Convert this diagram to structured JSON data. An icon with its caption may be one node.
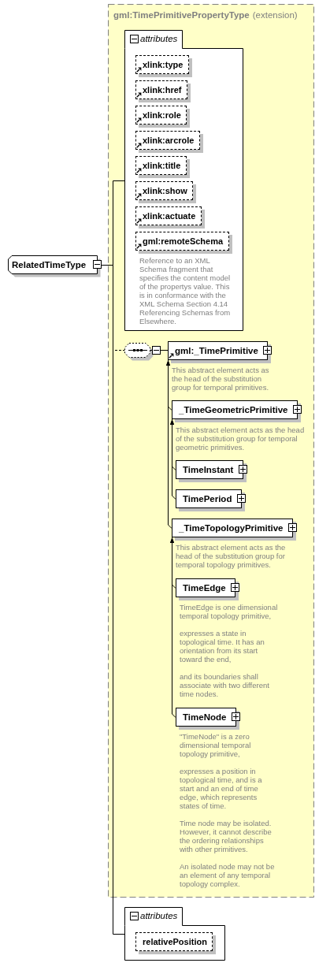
{
  "diagram": {
    "nodes": [
      {
        "text": [
          "RelatedTimeType"
        ]
      },
      {
        "text": [
          "gml:TimePrimitivePropertyType",
          "(extension)"
        ]
      },
      {
        "text": [
          "attributes"
        ],
        "in": 1
      },
      {
        "text": [
          "xlink:type"
        ],
        "in": 2
      },
      {
        "text": [
          "xlink:href"
        ],
        "in": 2
      },
      {
        "text": [
          "xlink:role"
        ],
        "in": 2
      },
      {
        "text": [
          "xlink:arcrole"
        ],
        "in": 2
      },
      {
        "text": [
          "xlink:title"
        ],
        "in": 2
      },
      {
        "text": [
          "xlink:show"
        ],
        "in": 2
      },
      {
        "text": [
          "xlink:actuate"
        ],
        "in": 2
      },
      {
        "text": [
          "gml:remoteSchema"
        ],
        "in": 2,
        "beside": [
          "Reference to an XML Schema fragment that specifies the content model of the propertys value. This is in conformance with the XML Schema Section 4.14 Referencing Schemas from Elsewhere."
        ]
      },
      {
        "text": [],
        "shape": "octagon",
        "in": 1
      },
      {
        "text": [
          "gml:_TimePrimitive"
        ],
        "in": 1,
        "beside": [
          "This abstract element acts as the head of the substitution group for temporal primitives."
        ]
      },
      {
        "text": [
          "_TimeGeometricPrimitive"
        ],
        "in": 1,
        "beside": [
          "This abstract element acts as the head of the substitution group for temporal geometric primitives."
        ]
      },
      {
        "text": [
          "TimeInstant"
        ],
        "in": 1
      },
      {
        "text": [
          "TimePeriod"
        ],
        "in": 1
      },
      {
        "text": [
          "_TimeTopologyPrimitive"
        ],
        "in": 1,
        "beside": [
          "This abstract element acts as the head of the substitution group for temporal topology primitives."
        ]
      },
      {
        "text": [
          "TimeEdge"
        ],
        "in": 1,
        "beside": [
          "TimeEdge is one dimensional temporal topology primitive,",
          "expresses a state in topological time. It has an orientation from its start toward the end,",
          "and its boundaries shall associate with two different time nodes."
        ]
      },
      {
        "text": [
          "TimeNode"
        ],
        "in": 1,
        "beside": [
          "\"TimeNode\" is a zero dimensional temporal topology primitive,",
          "expresses a position in topological time, and is a start and an end of time edge, which represents states of time.",
          "Time node may be isolated. However, it cannot describe the ordering relationships with other primitives.",
          "An isolated node may not be an element of any temporal topology complex."
        ]
      },
      {
        "text": [
          "attributes"
        ]
      },
      {
        "text": [
          "relativePosition"
        ],
        "in": 19
      }
    ],
    "edges": [
      {
        "from": 0,
        "to": 2,
        "arrow": "none"
      },
      {
        "from": 0,
        "to": 11,
        "arrow": "none",
        "style": "dashed"
      },
      {
        "from": 0,
        "to": 19,
        "arrow": "none"
      },
      {
        "from": 11,
        "to": 12,
        "arrow": "none"
      },
      {
        "from": 13,
        "to": 12,
        "arrow": "to"
      },
      {
        "from": 16,
        "to": 12,
        "arrow": "to"
      },
      {
        "from": 14,
        "to": 13,
        "arrow": "to"
      },
      {
        "from": 15,
        "to": 13,
        "arrow": "to"
      },
      {
        "from": 17,
        "to": 16,
        "arrow": "to"
      },
      {
        "from": 18,
        "to": 16,
        "arrow": "to"
      }
    ]
  }
}
